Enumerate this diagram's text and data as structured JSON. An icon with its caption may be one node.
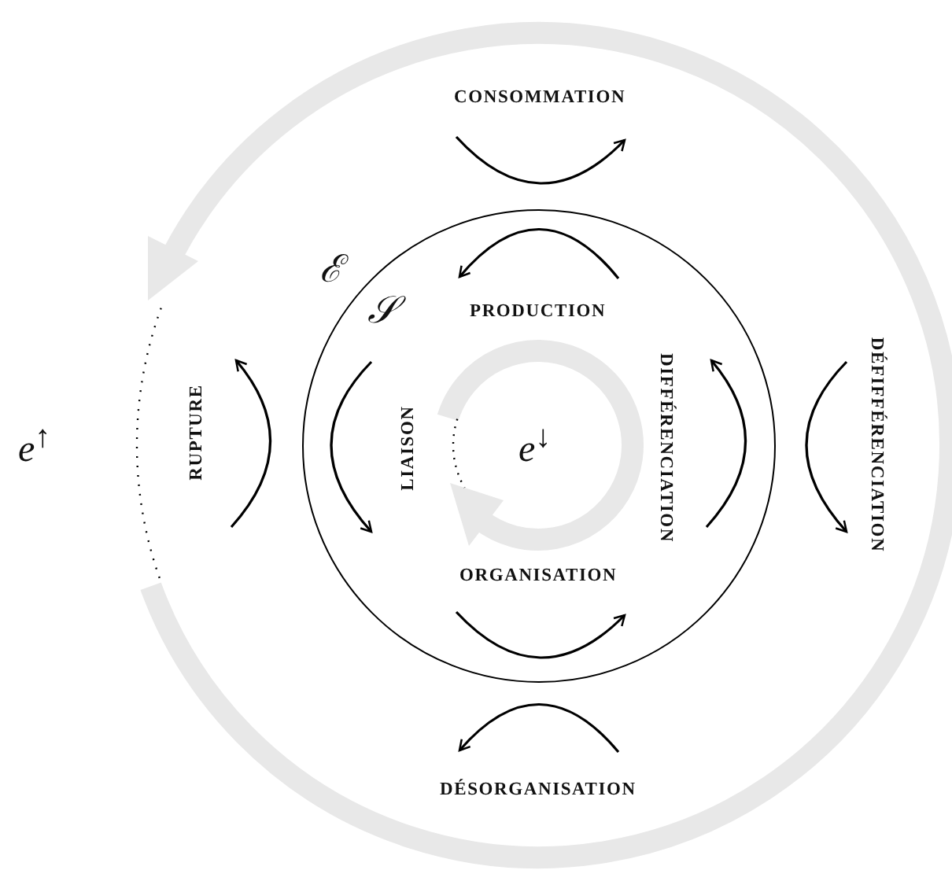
{
  "diagram": {
    "nodes": [
      {
        "text": [
          "𝒮",
          "PRODUCTION",
          "LIAISON",
          "*e*$^{↓}$",
          "DIFFÉRENCIATION",
          "ORGANISATION"
        ]
      }
    ],
    "edges": [],
    "labels": [
      "CONSOMMATION",
      "ℰ",
      "RUPTURE",
      "*e*$^{↑}$",
      "DÉFIFFÉRENCIATION",
      "DÉSORGANISATION"
    ]
  }
}
